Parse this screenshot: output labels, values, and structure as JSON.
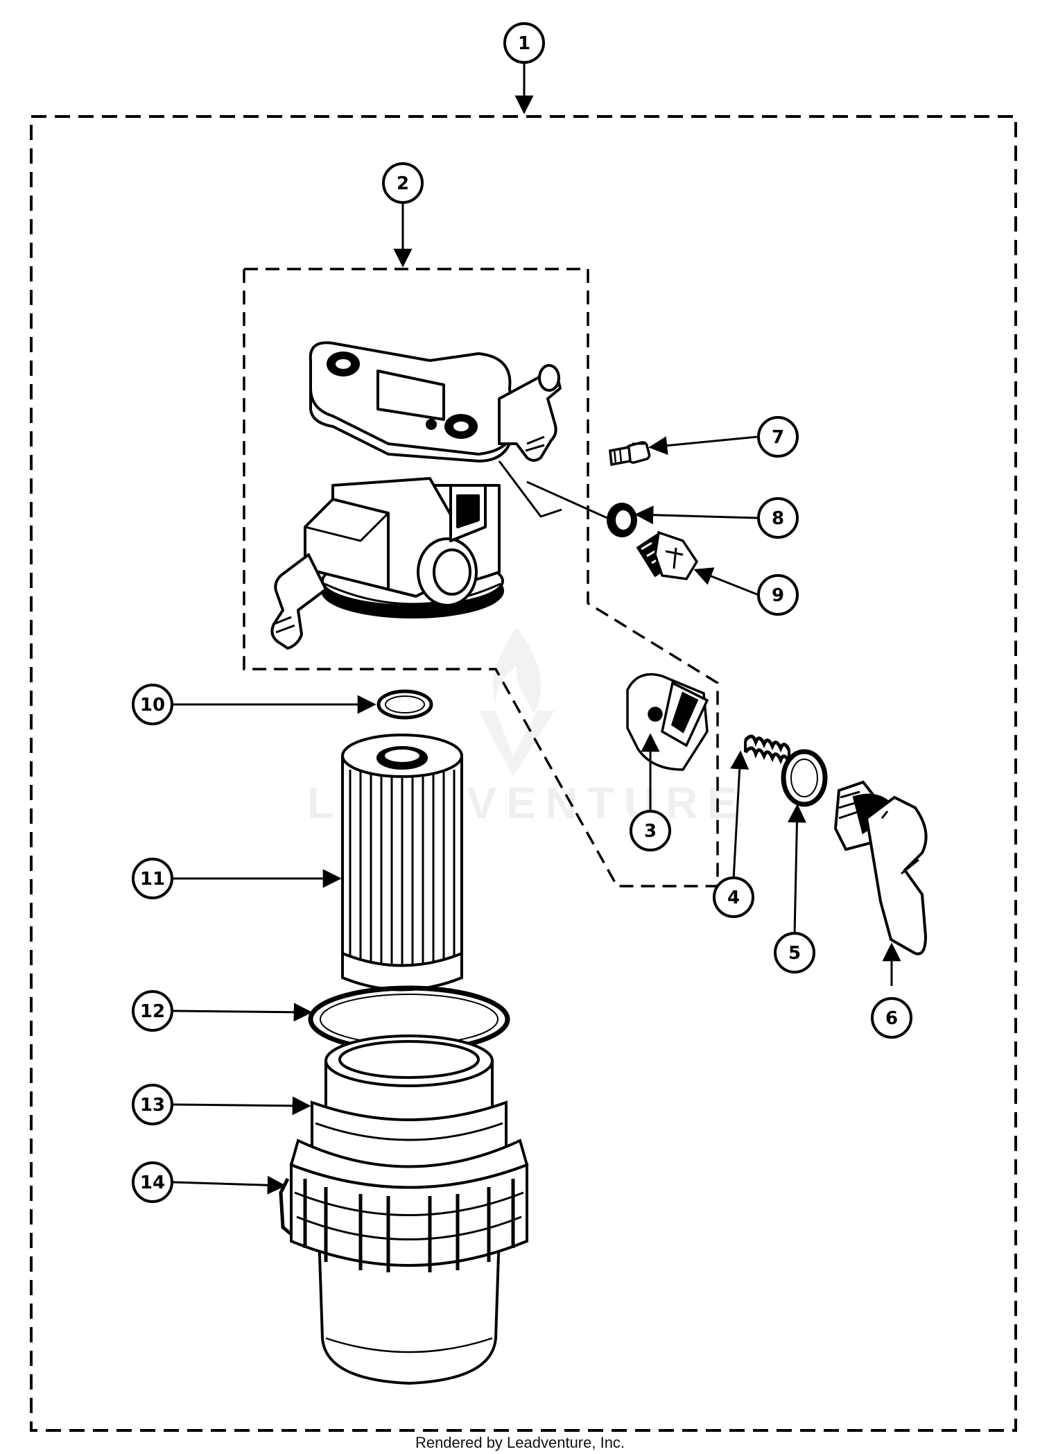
{
  "callouts": [
    {
      "id": "c1",
      "label": "1"
    },
    {
      "id": "c2",
      "label": "2"
    },
    {
      "id": "c3",
      "label": "3"
    },
    {
      "id": "c4",
      "label": "4"
    },
    {
      "id": "c5",
      "label": "5"
    },
    {
      "id": "c6",
      "label": "6"
    },
    {
      "id": "c7",
      "label": "7"
    },
    {
      "id": "c8",
      "label": "8"
    },
    {
      "id": "c9",
      "label": "9"
    },
    {
      "id": "c10",
      "label": "10"
    },
    {
      "id": "c11",
      "label": "11"
    },
    {
      "id": "c12",
      "label": "12"
    },
    {
      "id": "c13",
      "label": "13"
    },
    {
      "id": "c14",
      "label": "14"
    }
  ],
  "watermark": {
    "text": "LEADVENTURE"
  },
  "footer": {
    "text": "Rendered by Leadventure, Inc."
  }
}
